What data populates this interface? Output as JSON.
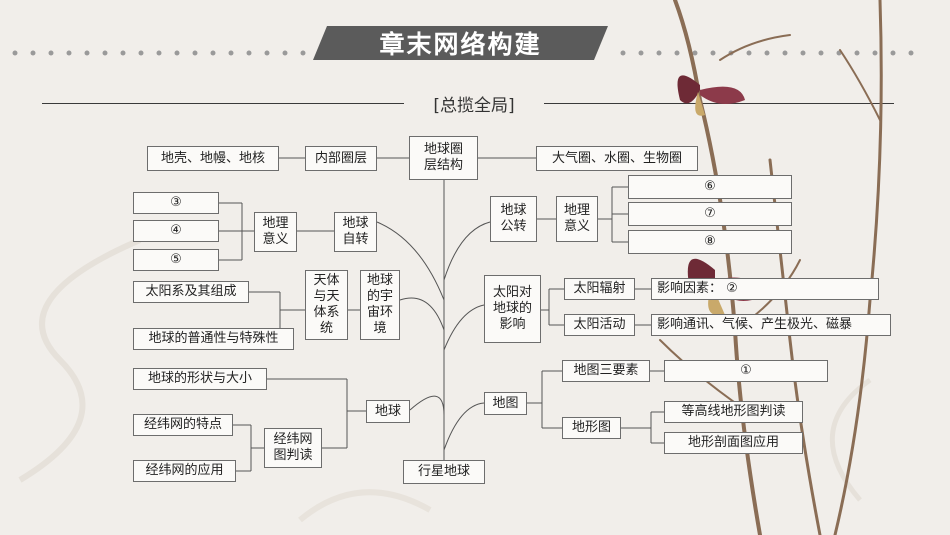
{
  "header": {
    "title": "章末网络构建",
    "section": "[总揽全局]"
  },
  "nodes": {
    "crust_mantle_core": "地壳、地幔、地核",
    "inner_layers": "内部圈层",
    "earth_layers": "地球圈\n层结构",
    "outer_layers": "大气圈、水圈、生物圈",
    "blank3": "③",
    "blank4": "④",
    "blank5": "⑤",
    "rotation_meaning": "地理\n意义",
    "rotation": "地球\n自转",
    "revolution": "地球\n公转",
    "revolution_meaning": "地理\n意义",
    "blank6": "⑥",
    "blank7": "⑦",
    "blank8": "⑧",
    "solar_system": "太阳系及其组成",
    "celestial_systems": "天体\n与天\n体系\n统",
    "earth_in_universe": "地球\n的宇\n宙环\n境",
    "generality": "地球的普通性与特殊性",
    "sun_effects": "太阳对\n地球的\n影响",
    "solar_radiation": "太阳辐射",
    "radiation_effect": "影响因素：        ②",
    "solar_activity": "太阳活动",
    "activity_effect": "影响通讯、气候、产生极光、磁暴",
    "shape_size": "地球的形状与大小",
    "graticule_features": "经纬网的特点",
    "graticule_use": "经纬网的应用",
    "graticule_reading": "经纬网\n图判读",
    "earth": "地球",
    "planet_earth": "行星地球",
    "map": "地图",
    "map_elements": "地图三要素",
    "blank1": "①",
    "topo_map": "地形图",
    "contour_reading": "等高线地形图判读",
    "profile_application": "地形剖面图应用"
  },
  "colors": {
    "banner": "#5b5b5b",
    "background": "#f1eeea",
    "line": "#555555",
    "box_border": "#6d6d6d"
  }
}
